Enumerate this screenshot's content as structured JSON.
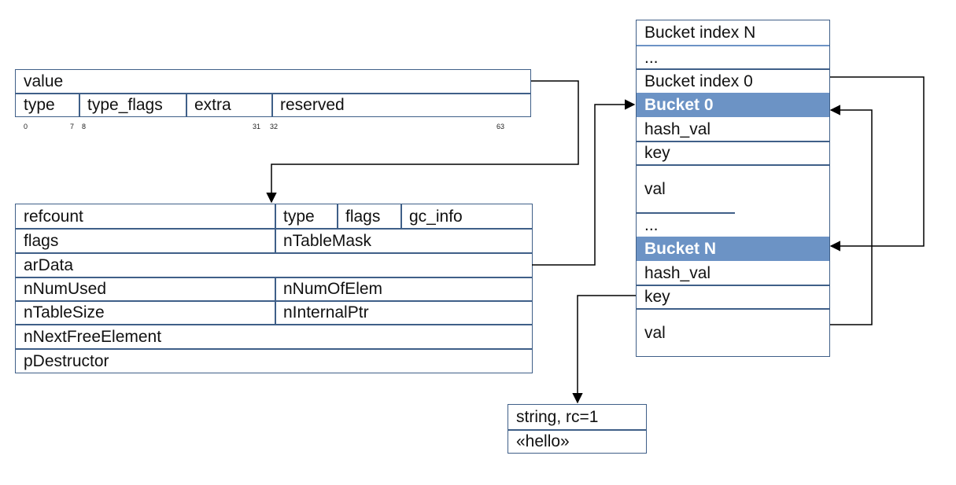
{
  "zval": {
    "value": "value",
    "fields": [
      "type",
      "type_flags",
      "extra",
      "reserved"
    ],
    "bits": [
      "0",
      "7",
      "8",
      "31",
      "32",
      "63"
    ]
  },
  "array": {
    "row0": [
      "refcount",
      "type",
      "flags",
      "gc_info"
    ],
    "row1": [
      "flags",
      "nTableMask"
    ],
    "row2": [
      "arData"
    ],
    "row3": [
      "nNumUsed",
      "nNumOfElem"
    ],
    "row4": [
      "nTableSize",
      "nInternalPtr"
    ],
    "row5": [
      "nNextFreeElement"
    ],
    "row6": [
      "pDestructor"
    ]
  },
  "buckets": {
    "rows": [
      "Bucket index N",
      "...",
      "Bucket index 0",
      "Bucket 0",
      "hash_val",
      "key",
      "val",
      "...",
      "Bucket N",
      "hash_val",
      "key",
      "val"
    ],
    "highlight_color": "#6c93c5",
    "border_color": "#3f5f88"
  },
  "string": {
    "header": "string, rc=1",
    "value": "«hello»"
  }
}
